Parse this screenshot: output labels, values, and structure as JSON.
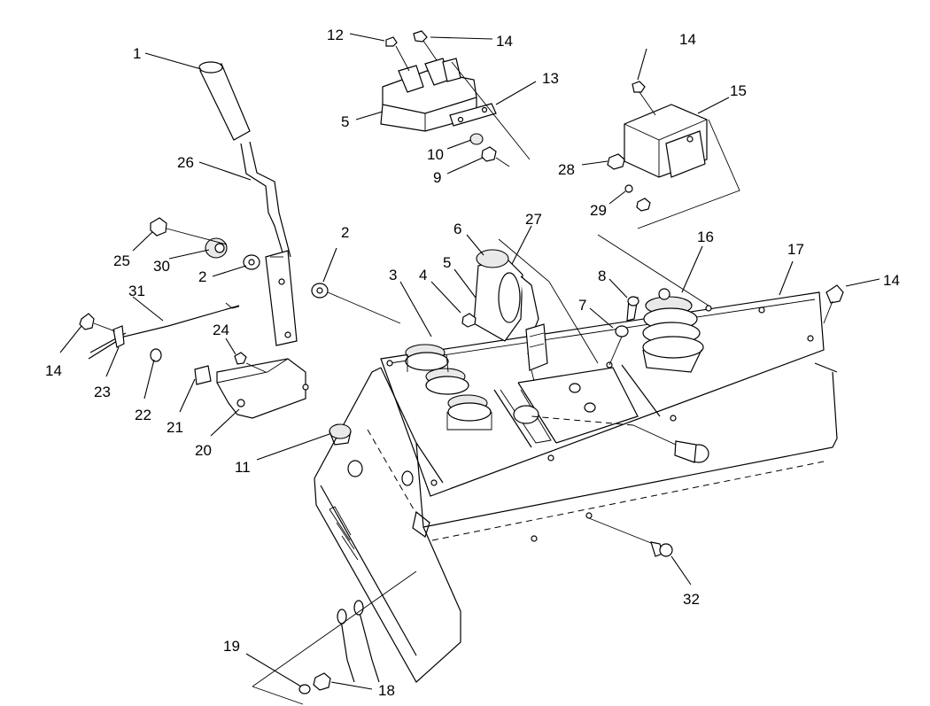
{
  "callouts": [
    {
      "id": "c1",
      "label": "1"
    },
    {
      "id": "c2a",
      "label": "2"
    },
    {
      "id": "c2b",
      "label": "2"
    },
    {
      "id": "c3",
      "label": "3"
    },
    {
      "id": "c4",
      "label": "4"
    },
    {
      "id": "c5a",
      "label": "5"
    },
    {
      "id": "c5b",
      "label": "5"
    },
    {
      "id": "c6",
      "label": "6"
    },
    {
      "id": "c7",
      "label": "7"
    },
    {
      "id": "c8",
      "label": "8"
    },
    {
      "id": "c9",
      "label": "9"
    },
    {
      "id": "c10",
      "label": "10"
    },
    {
      "id": "c11",
      "label": "11"
    },
    {
      "id": "c12",
      "label": "12"
    },
    {
      "id": "c13",
      "label": "13"
    },
    {
      "id": "c14a",
      "label": "14"
    },
    {
      "id": "c14b",
      "label": "14"
    },
    {
      "id": "c14c",
      "label": "14"
    },
    {
      "id": "c14d",
      "label": "14"
    },
    {
      "id": "c15",
      "label": "15"
    },
    {
      "id": "c16",
      "label": "16"
    },
    {
      "id": "c17",
      "label": "17"
    },
    {
      "id": "c18",
      "label": "18"
    },
    {
      "id": "c19",
      "label": "19"
    },
    {
      "id": "c20",
      "label": "20"
    },
    {
      "id": "c21",
      "label": "21"
    },
    {
      "id": "c22",
      "label": "22"
    },
    {
      "id": "c23",
      "label": "23"
    },
    {
      "id": "c24",
      "label": "24"
    },
    {
      "id": "c25",
      "label": "25"
    },
    {
      "id": "c26",
      "label": "26"
    },
    {
      "id": "c27",
      "label": "27"
    },
    {
      "id": "c28",
      "label": "28"
    },
    {
      "id": "c29",
      "label": "29"
    },
    {
      "id": "c30",
      "label": "30"
    },
    {
      "id": "c31",
      "label": "31"
    },
    {
      "id": "c32",
      "label": "32"
    }
  ]
}
